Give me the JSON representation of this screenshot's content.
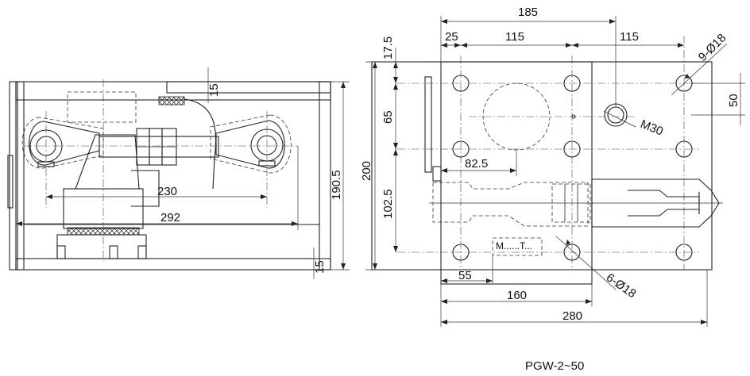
{
  "caption": "PGW-2~50",
  "side_view": {
    "dims": {
      "width_inner": "230",
      "width_outer": "292",
      "height": "190.5",
      "top_plate": "15",
      "bottom_plate": "15"
    }
  },
  "plan_view": {
    "dims": {
      "top_overall": "185",
      "top_left": "25",
      "top_mid": "115",
      "top_right": "115",
      "left_top": "17.5",
      "left_mid": "65",
      "left_low": "102.5",
      "left_overall": "200",
      "right_hole_pitch": "50",
      "inner_offset": "82.5",
      "bottom_55": "55",
      "bottom_160": "160",
      "bottom_280": "280",
      "holes_top": "9-Ø18",
      "holes_bottom": "6-Ø18",
      "thread": "M30",
      "connector": "M......T..."
    }
  }
}
